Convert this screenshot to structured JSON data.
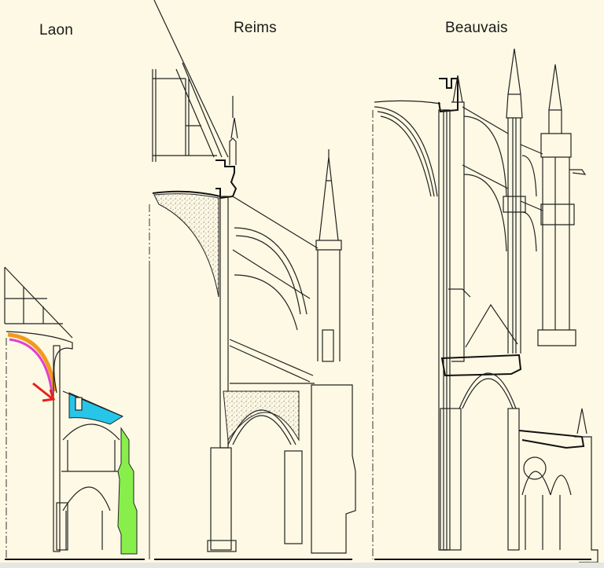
{
  "titles": {
    "laon": "Laon",
    "reims": "Reims",
    "beauvais": "Beauvais"
  },
  "annotations": {
    "laon_vault_outer_color": "#f39a1c",
    "laon_vault_inner_color": "#e040d0",
    "laon_arrow_color": "#e8201c",
    "laon_gallery_roof_color": "#27c6e8",
    "laon_buttress_color": "#88ee4c"
  },
  "colors": {
    "background": "#fdf9e4",
    "line": "#222222"
  }
}
